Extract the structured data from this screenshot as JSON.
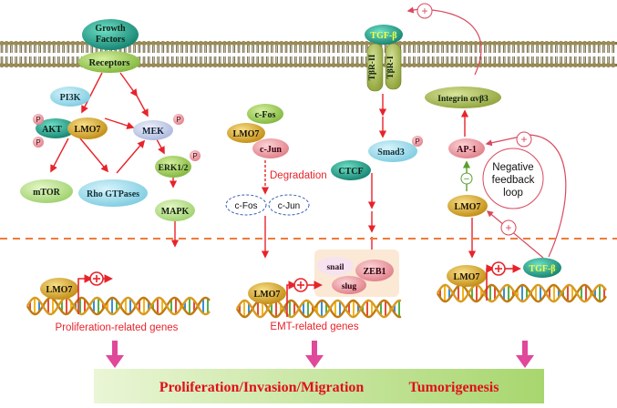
{
  "membrane": {
    "growth_factors_line1": "Growth",
    "growth_factors_line2": "Factors",
    "receptors": "Receptors",
    "tgf_beta_top": "TGF-β",
    "tbr_ii": "TβR-II",
    "tbr_i": "TβR-I"
  },
  "left_pathway": {
    "pi3k": "PI3K",
    "akt": "AKT",
    "lmo7": "LMO7",
    "mek": "MEK",
    "mtor": "mTOR",
    "rho": "Rho GTPases",
    "erk": "ERK1/2",
    "mapk": "MAPK",
    "p": "P"
  },
  "middle_pathway": {
    "cfos": "c-Fos",
    "lmo7": "LMO7",
    "cjun": "c-Jun",
    "degradation": "Degradation",
    "cfos_deg": "c-Fos",
    "cjun_deg": "c-Jun"
  },
  "tgf_pathway": {
    "smad3": "Smad3",
    "ctcf": "CTCF",
    "p": "P"
  },
  "right_pathway": {
    "integrin": "Integrin αvβ3",
    "ap1": "AP-1",
    "lmo7": "LMO7",
    "feedback_line1": "Negative",
    "feedback_line2": "feedback",
    "feedback_line3": "loop",
    "plus": "+",
    "minus": "−"
  },
  "nucleus": {
    "lmo7_left": "LMO7",
    "prolif_genes": "Proliferation-related genes",
    "lmo7_mid": "LMO7",
    "snail": "snail",
    "zeb1": "ZEB1",
    "slug": "slug",
    "emt_genes": "EMT-related genes",
    "lmo7_right": "LMO7",
    "tgf_beta_nuc": "TGF-β"
  },
  "outcome": {
    "text1": "Proliferation/Invasion/Migration",
    "text2": "Tumorigenesis"
  },
  "colors": {
    "arrow": "#e8232a",
    "membrane": "#8b7d50",
    "teal": "#1c9a86",
    "lmo7": "#c89418",
    "phospho": "#e0576a",
    "outcome_text": "#e0101a",
    "pink_arrow": "#e0489a"
  }
}
